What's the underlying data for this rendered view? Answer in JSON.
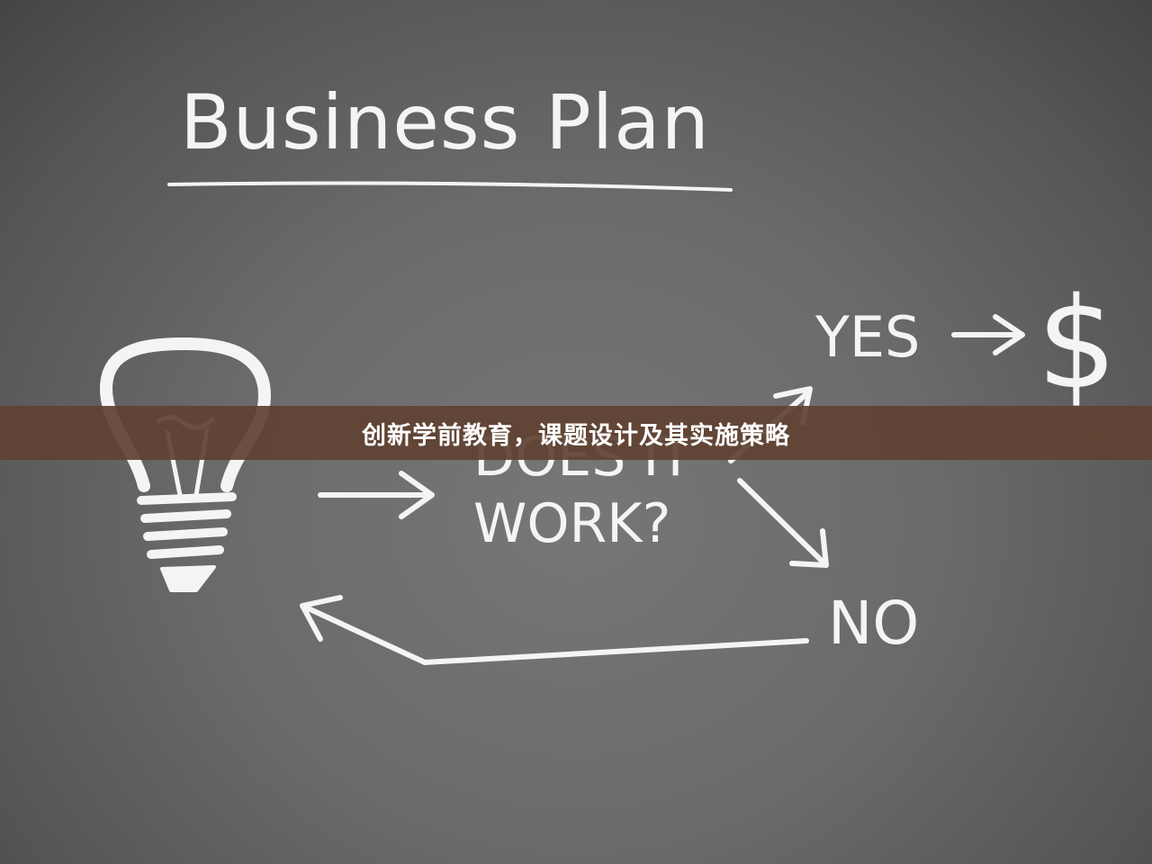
{
  "illustration": {
    "heading": "Business Plan",
    "question_line1": "DOES IT",
    "question_line2": "WORK?",
    "yes_label": "YES",
    "no_label": "NO",
    "dollar_symbol": "$"
  },
  "banner": {
    "title": "创新学前教育，课题设计及其实施策略"
  },
  "colors": {
    "chalk": "#f4f4f4",
    "banner_bg": "#604232",
    "board_bg": "#6a6a6a"
  }
}
